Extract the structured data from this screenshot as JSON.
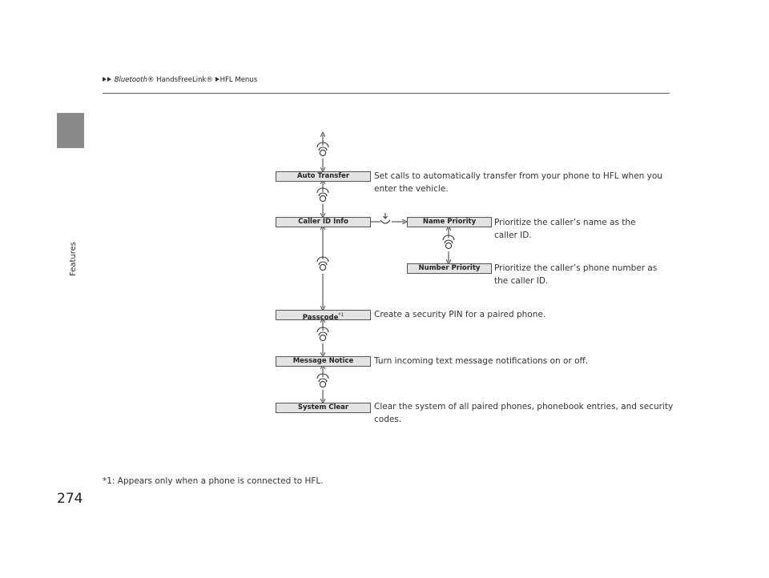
{
  "header": {
    "breadcrumb": [
      {
        "text": "Bluetooth",
        "italic": true
      },
      {
        "text": "® HandsFreeLink®",
        "italic": false
      },
      {
        "text": "HFL Menus",
        "italic": false
      }
    ]
  },
  "side_tab": {
    "label": "Features"
  },
  "menu_items": [
    {
      "label": "Auto Transfer",
      "description_line1": "Set calls to automatically transfer from your phone to HFL when you",
      "description_line2": "enter the vehicle."
    },
    {
      "label": "Caller ID Info"
    },
    {
      "label": "Passcode",
      "footnote_mark": "*1",
      "description_line1": "Create a security PIN for a paired phone."
    },
    {
      "label": "Message Notice",
      "description_line1": "Turn incoming text message notifications on or off."
    },
    {
      "label": "System Clear",
      "description_line1": "Clear the system of all paired phones, phonebook entries, and security",
      "description_line2": "codes."
    }
  ],
  "submenu_items": [
    {
      "label": "Name Priority",
      "description_line1": "Prioritize the caller’s name as the",
      "description_line2": "caller ID."
    },
    {
      "label": "Number Priority",
      "description_line1": "Prioritize the caller’s phone number as",
      "description_line2": "the caller ID."
    }
  ],
  "icons": {
    "rotate": "interface-dial-rotate-icon",
    "push": "interface-dial-push-icon"
  },
  "footnote": "*1: Appears only when a phone is connected to HFL.",
  "page_number": "274"
}
